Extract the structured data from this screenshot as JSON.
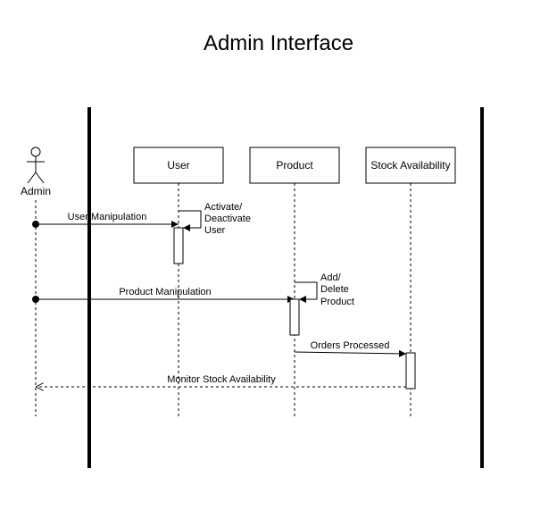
{
  "title": "Admin Interface",
  "actor": {
    "label": "Admin"
  },
  "lifelines": [
    {
      "label": "User"
    },
    {
      "label": "Product"
    },
    {
      "label": "Stock Availability"
    }
  ],
  "messages": [
    {
      "label": "User Manipulation",
      "style": "solid"
    },
    {
      "label": "Product Manipulation",
      "style": "solid"
    },
    {
      "label": "Orders Processed",
      "style": "solid"
    },
    {
      "label": "Monitor Stock Availability",
      "style": "dashed"
    }
  ],
  "self_messages": [
    {
      "lines": [
        "Activate/",
        "Deactivate",
        "User"
      ]
    },
    {
      "lines": [
        "Add/",
        "Delete",
        "Product"
      ]
    }
  ],
  "colors": {
    "line": "#000000",
    "box_fill": "#ffffff"
  }
}
